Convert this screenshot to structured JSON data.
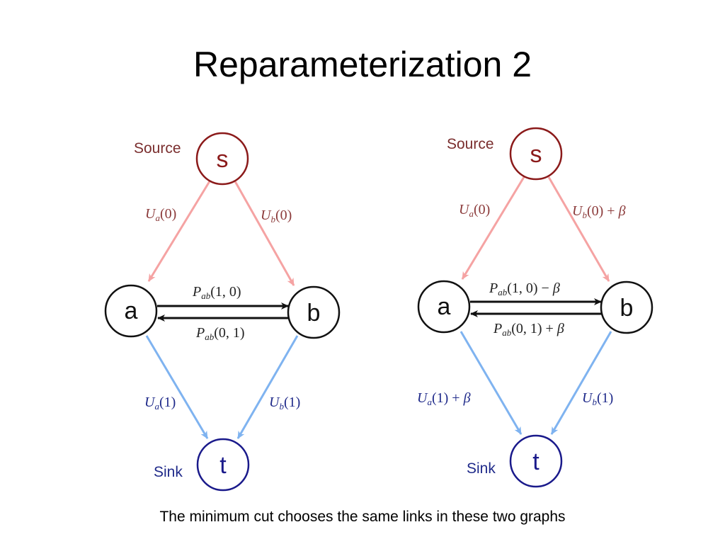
{
  "title": "Reparameterization 2",
  "caption": "The minimum cut chooses the same links in these two graphs",
  "colors": {
    "source": "#8b1a1a",
    "sink": "#1a1a8b",
    "source_edge": "#f5a3a3",
    "sink_edge": "#7fb3f0",
    "pairwise_edge": "#111111"
  },
  "graphs": [
    {
      "source_label": "Source",
      "sink_label": "Sink",
      "nodes": {
        "s": "s",
        "a": "a",
        "b": "b",
        "t": "t"
      },
      "edges": {
        "s_a": "Ua(0)",
        "s_b": "Ub(0)",
        "a_b": "Pab(1,0)",
        "b_a": "Pab(0,1)",
        "a_t": "Ua(1)",
        "b_t": "Ub(1)"
      }
    },
    {
      "source_label": "Source",
      "sink_label": "Sink",
      "nodes": {
        "s": "s",
        "a": "a",
        "b": "b",
        "t": "t"
      },
      "edges": {
        "s_a": "Ua(0)",
        "s_b": "Ub(0) + β",
        "a_b": "Pab(1,0) − β",
        "b_a": "Pab(0,1) + β",
        "a_t": "Ua(1) + β",
        "b_t": "Ub(1)"
      }
    }
  ]
}
